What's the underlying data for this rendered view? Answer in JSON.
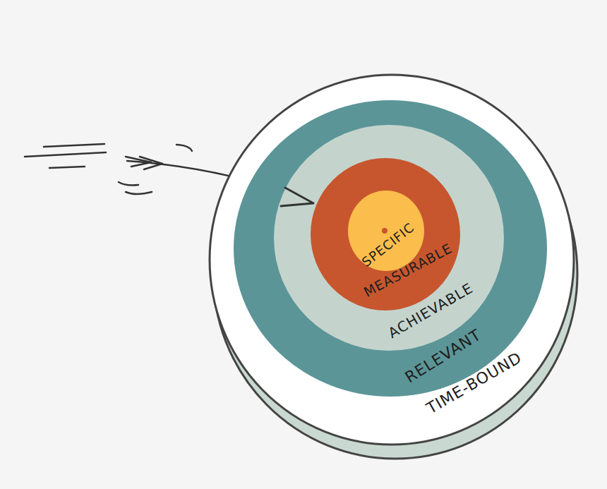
{
  "diagram": {
    "nodes": [
      {
        "text": [
          "TIME-BOUND"
        ]
      },
      {
        "text": [
          "RELEVANT"
        ],
        "in": 0
      },
      {
        "text": [
          "ACHIEVABLE"
        ],
        "in": 1
      },
      {
        "text": [
          "MEASURABLE"
        ],
        "in": 2
      },
      {
        "text": [
          "SPECIFIC"
        ],
        "in": 3
      }
    ]
  }
}
